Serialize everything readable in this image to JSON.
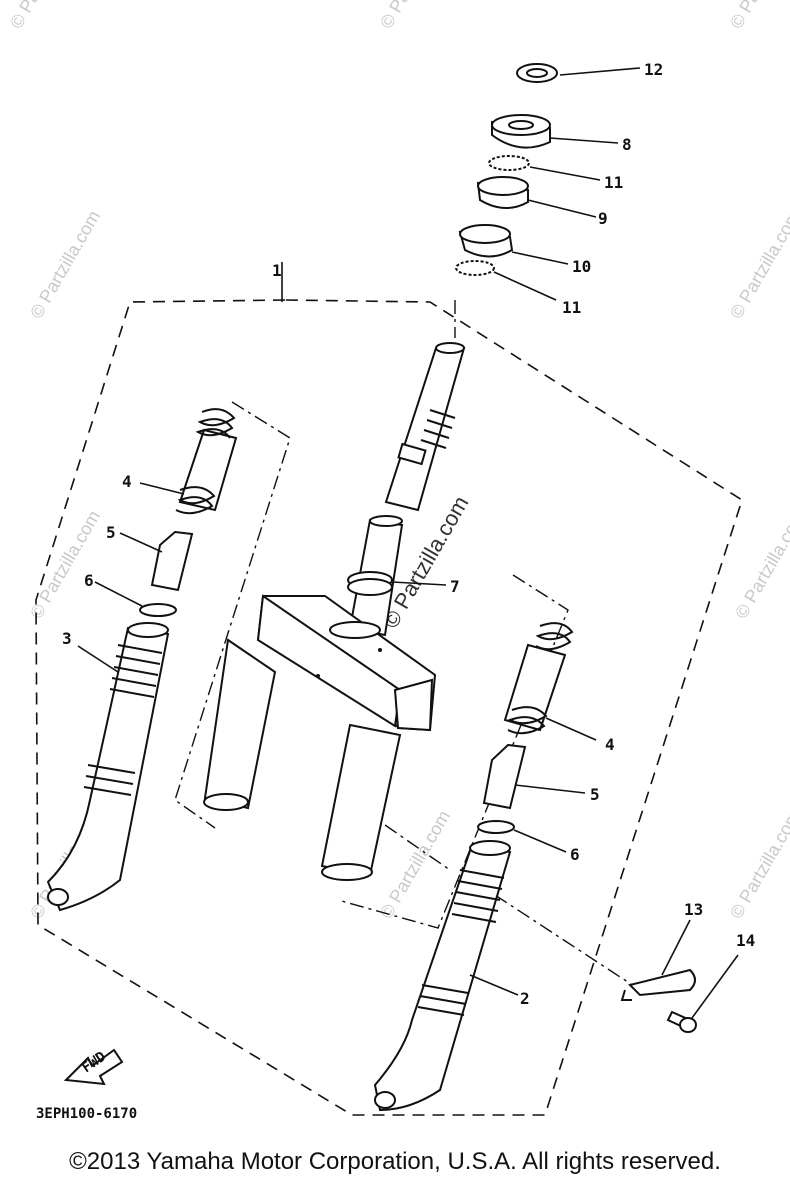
{
  "diagram": {
    "callouts": {
      "c1": "1",
      "c2": "2",
      "c3": "3",
      "c4a": "4",
      "c4b": "4",
      "c5a": "5",
      "c5b": "5",
      "c6a": "6",
      "c6b": "6",
      "c7": "7",
      "c8": "8",
      "c9": "9",
      "c10": "10",
      "c11a": "11",
      "c11b": "11",
      "c12": "12",
      "c13": "13",
      "c14": "14"
    },
    "diagram_code": "3EPH100-6170",
    "fwd_label": "FWD",
    "watermark": "© Partzilla.com"
  },
  "copyright": "©2013 Yamaha Motor Corporation, U.S.A. All rights reserved."
}
